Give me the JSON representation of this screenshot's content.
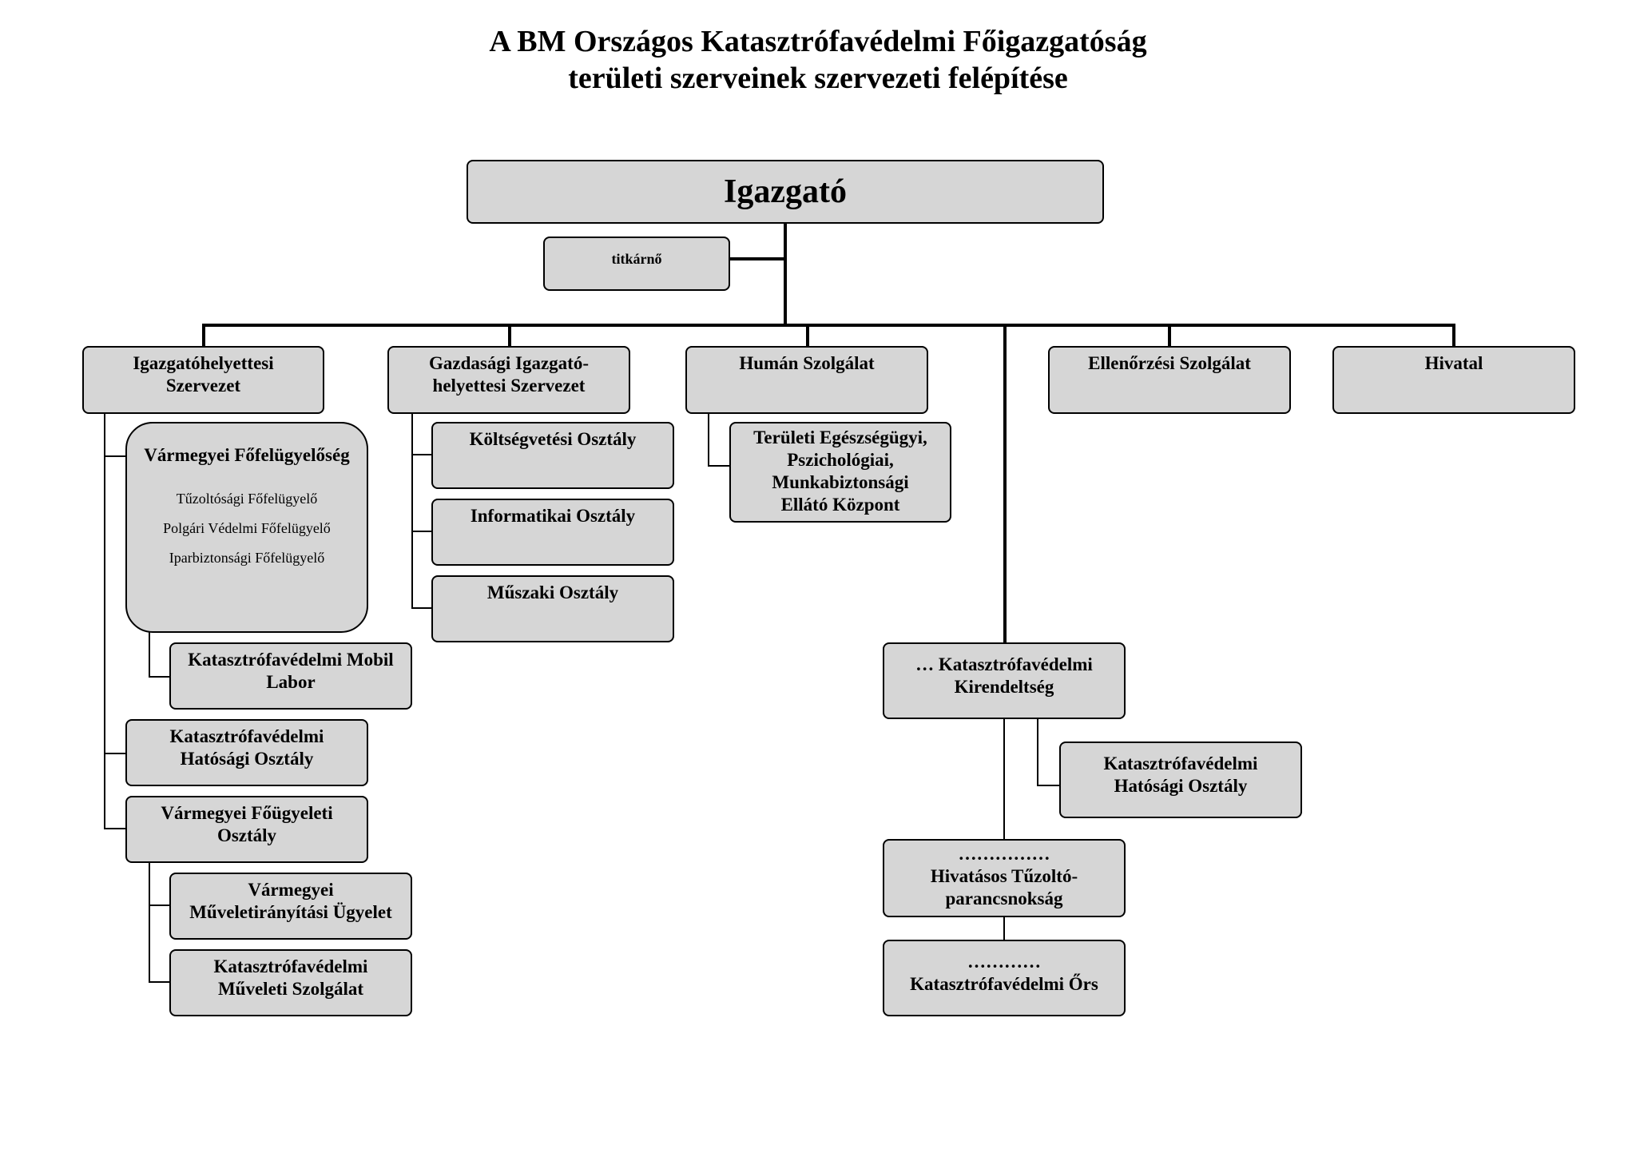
{
  "title": {
    "line1": "A BM Országos Katasztrófavédelmi Főigazgatóság",
    "line2": "területi szerveinek szervezeti felépítése"
  },
  "boxes": {
    "igazgato": "Igazgató",
    "titkarno": "titkárnő",
    "igazgatohelyettesi": "Igazgatóhelyettesi\nSzervezet",
    "gazdasagi": "Gazdasági Igazgató-\nhelyettesi Szervezet",
    "human": "Humán Szolgálat",
    "ellenorzesi": "Ellenőrzési Szolgálat",
    "hivatal": "Hivatal",
    "varmegyei_fofelugyeloseg": {
      "label": "Vármegyei Főfelügyelőség",
      "items": [
        "Tűzoltósági Főfelügyelő",
        "Polgári Védelmi Főfelügyelő",
        "Iparbiztonsági Főfelügyelő"
      ]
    },
    "mobil_labor": "Katasztrófavédelmi Mobil\nLabor",
    "hatosagi_osztaly_left": "Katasztrófavédelmi\nHatósági Osztály",
    "vfugyeleti": "Vármegyei Főügyeleti\nOsztály",
    "muveletiranyitasi": "Vármegyei\nMűveletirányítási Ügyelet",
    "muveleti_szolgalat": "Katasztrófavédelmi\nMűveleti Szolgálat",
    "koltsegvetesi": "Költségvetési Osztály",
    "informatikai": "Informatikai Osztály",
    "muszaki": "Műszaki Osztály",
    "teruleti_egeszsegugyi": "Területi Egészségügyi,\nPszichológiai,\nMunkabiztonsági\nEllátó Központ",
    "kirendeltseg": "… Katasztrófavédelmi\nKirendeltség",
    "hatosagi_osztaly_right": "Katasztrófavédelmi\nHatósági Osztály",
    "tuzoltoparancsnoksag": "……………\nHivatásos Tűzoltó-\nparancsnokság",
    "ors": "…………\nKatasztrófavédelmi Őrs"
  }
}
